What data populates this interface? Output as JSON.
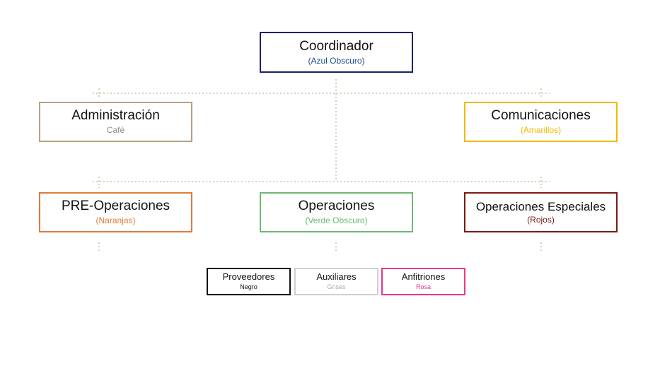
{
  "colors": {
    "connector": "#b5a27f",
    "coordinador": "#1a1f6e",
    "administracion": "#b5a27f",
    "comunicaciones": "#f2b900",
    "pre_operaciones": "#e07a3a",
    "operaciones": "#6cb876",
    "operaciones_especiales": "#7a1a14",
    "proveedores": "#111111",
    "auxiliares": "#cfcfcf",
    "anfitriones": "#e8358f"
  },
  "nodes": {
    "coordinador": {
      "title": "Coordinador",
      "subtitle": "(Azul Obscuro)"
    },
    "administracion": {
      "title": "Administración",
      "subtitle": "Café"
    },
    "comunicaciones": {
      "title": "Comunicaciones",
      "subtitle": "(Amarillos)"
    },
    "pre_operaciones": {
      "title": "PRE-Operaciones",
      "subtitle": "(Naranjas)"
    },
    "operaciones": {
      "title": "Operaciones",
      "subtitle": "(Verde Obscuro)"
    },
    "operaciones_especiales": {
      "title": "Operaciones Especiales",
      "subtitle": "(Rojos)"
    }
  },
  "legend": [
    {
      "title": "Proveedores",
      "subtitle": "Negro"
    },
    {
      "title": "Auxiliares",
      "subtitle": "Grises"
    },
    {
      "title": "Anfitriones",
      "subtitle": "Rosa"
    }
  ]
}
